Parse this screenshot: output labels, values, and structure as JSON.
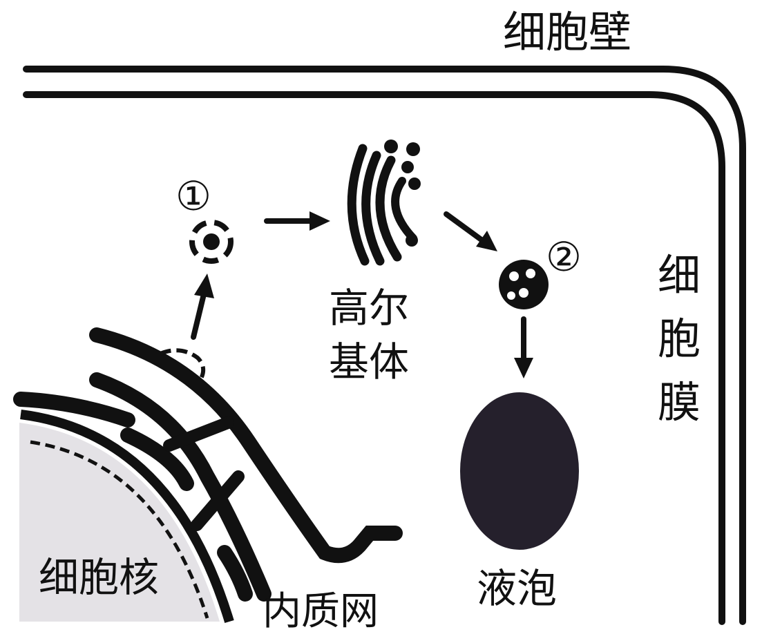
{
  "labels": {
    "cell_wall": "细胞壁",
    "cell_membrane": [
      "细",
      "胞",
      "膜"
    ],
    "golgi": [
      "高尔",
      "基体"
    ],
    "vacuole": "液泡",
    "nucleus": "细胞核",
    "er": "内质网",
    "marker_1": "①",
    "marker_2": "②"
  },
  "colors": {
    "ink": "#111111",
    "nucleus_fill": "#e4e2e6",
    "vacuole_fill": "#25202c",
    "background": "#ffffff"
  }
}
